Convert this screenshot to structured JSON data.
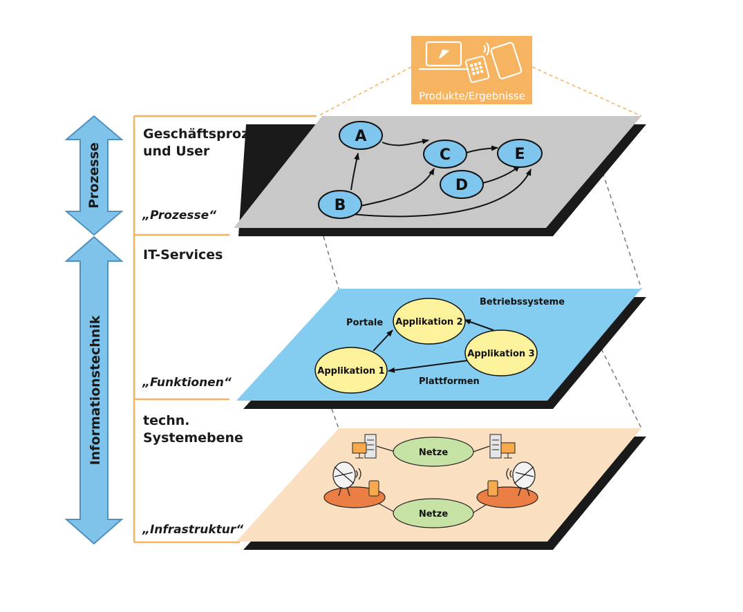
{
  "product_box": {
    "label": "Produkte/Ergebnisse"
  },
  "side_arrows": {
    "top_label": "Prozesse",
    "bottom_label": "Informationstechnik"
  },
  "layers": {
    "business": {
      "title_line1": "Geschäftsprozesse",
      "title_line2": "und User",
      "tag": "„Prozesse“",
      "nodes": [
        "A",
        "B",
        "C",
        "D",
        "E"
      ]
    },
    "it_services": {
      "title": "IT-Services",
      "tag": "„Funktionen“",
      "apps": [
        "Applikation 1",
        "Applikation 2",
        "Applikation 3"
      ],
      "labels": {
        "portale": "Portale",
        "betriebssysteme": "Betriebssysteme",
        "plattformen": "Plattformen"
      }
    },
    "infrastructure": {
      "title_line1": "techn.",
      "title_line2": "Systemebene",
      "tag": "„Infrastruktur“",
      "networks": [
        "Netze",
        "Netze"
      ]
    }
  },
  "colors": {
    "accent_orange": "#f6b461",
    "arrow_blue": "#7fc3ea",
    "plane_gray": "#c8c8c8",
    "plane_blue": "#84cdf1",
    "plane_peach": "#fbdfc1",
    "node_blue": "#7fc6ef",
    "app_yellow": "#fdf29c",
    "net_green": "#c6e2a4",
    "disc_orange": "#ea7e44"
  }
}
